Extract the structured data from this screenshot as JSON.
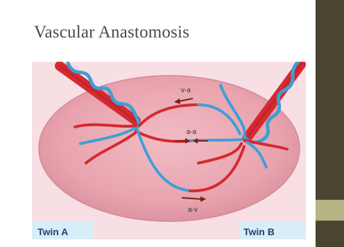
{
  "slide": {
    "title": "Vascular Anastomosis"
  },
  "diagram": {
    "labels": {
      "va": "v-a",
      "aa": "a-a",
      "av": "a-v"
    },
    "twins": {
      "a": "Twin A",
      "b": "Twin B"
    },
    "colors": {
      "placenta": "#e8a3ae",
      "artery": "#d42a30",
      "vein": "#3f9fd6",
      "label_background": "#d7eef9",
      "sidebar_dark": "#4a4531",
      "sidebar_accent": "#b6b482"
    }
  }
}
